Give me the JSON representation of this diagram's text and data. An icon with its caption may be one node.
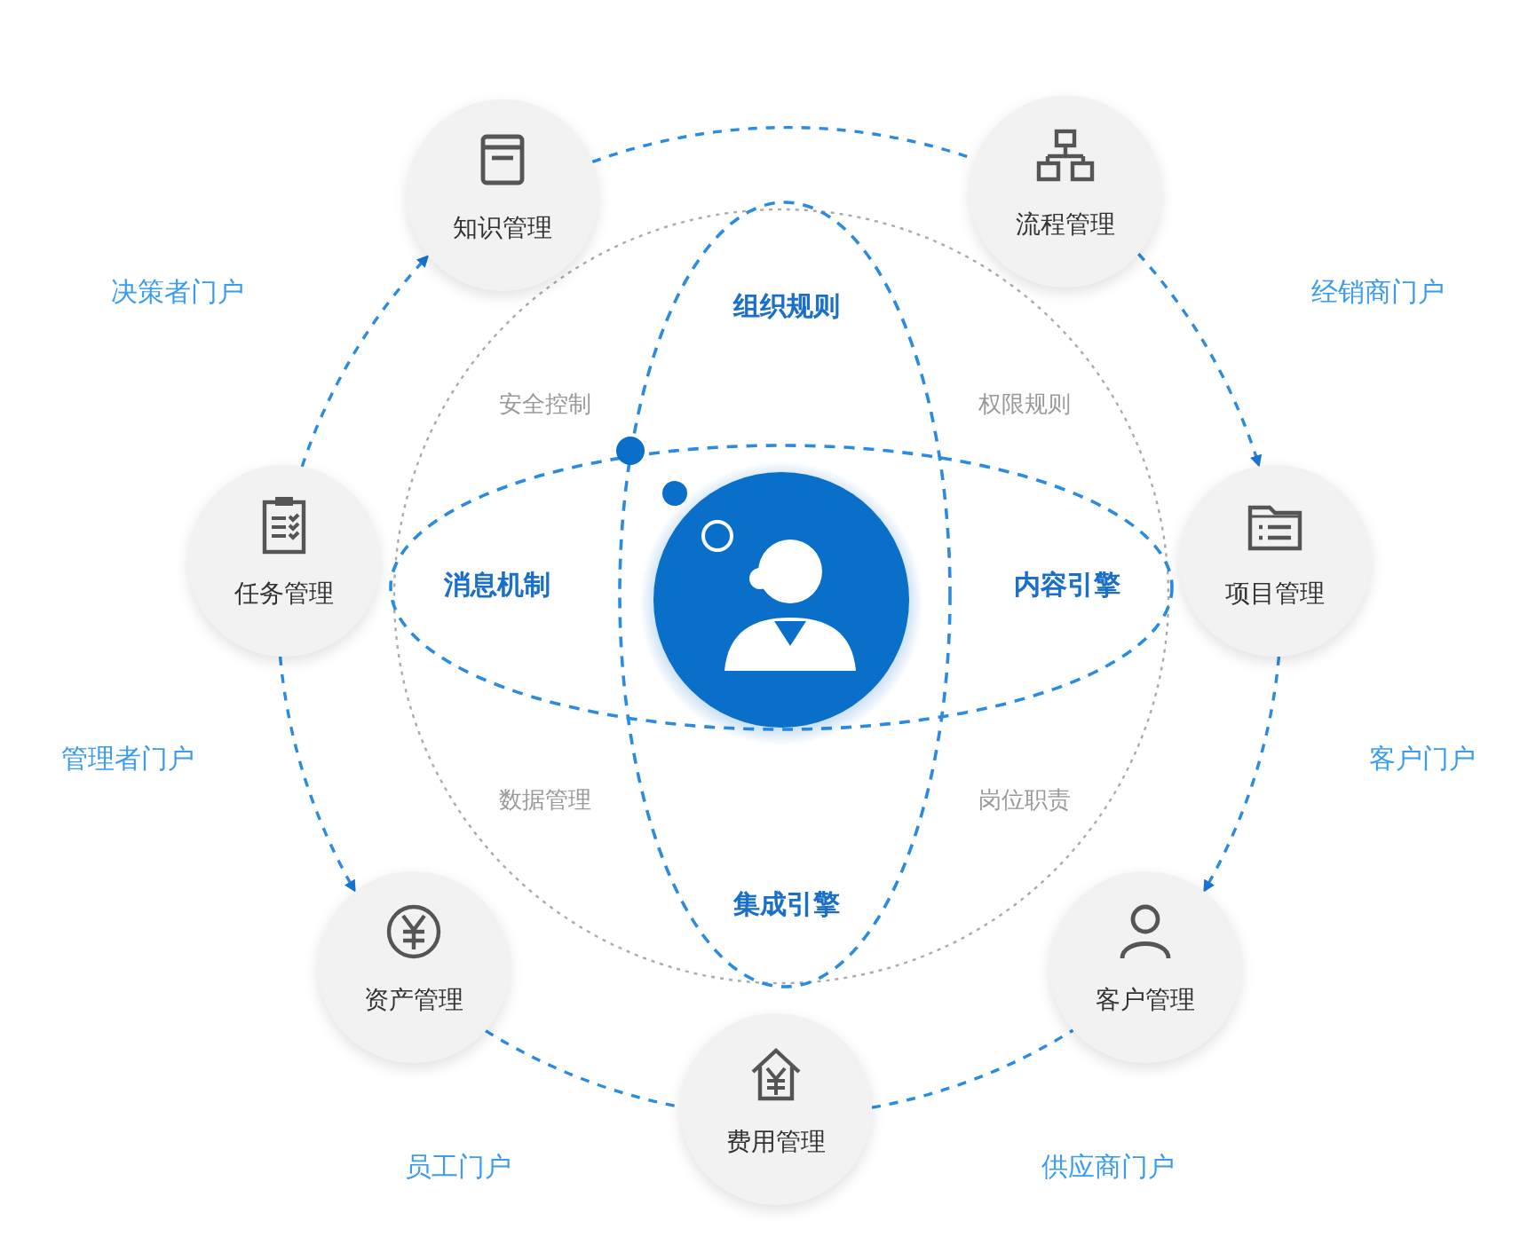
{
  "diagram": {
    "nodes": [
      {
        "text": [
          "知识管理"
        ]
      },
      {
        "text": [
          "流程管理"
        ]
      },
      {
        "text": [
          "任务管理"
        ]
      },
      {
        "text": [
          "项目管理"
        ]
      },
      {
        "text": [
          "资产管理"
        ]
      },
      {
        "text": [
          "客户管理"
        ]
      },
      {
        "text": [
          "费用管理"
        ]
      }
    ],
    "edges": [
      {
        "from": 0,
        "to": 1,
        "arrow": "none"
      },
      {
        "from": 1,
        "to": 3,
        "arrow": "to"
      },
      {
        "from": 2,
        "to": 0,
        "arrow": "to"
      },
      {
        "from": 3,
        "to": 5,
        "arrow": "to"
      },
      {
        "from": 2,
        "to": 4,
        "arrow": "to"
      },
      {
        "from": 4,
        "to": 6,
        "arrow": "none"
      },
      {
        "from": 6,
        "to": 5,
        "arrow": "none"
      }
    ],
    "labels": [
      "决策者门户",
      "经销商门户",
      "组织规则",
      "安全控制",
      "权限规则",
      "消息机制",
      "内容引擎",
      "管理者门户",
      "客户门户",
      "数据管理",
      "岗位职责",
      "集成引擎",
      "员工门户",
      "供应商门户"
    ]
  }
}
